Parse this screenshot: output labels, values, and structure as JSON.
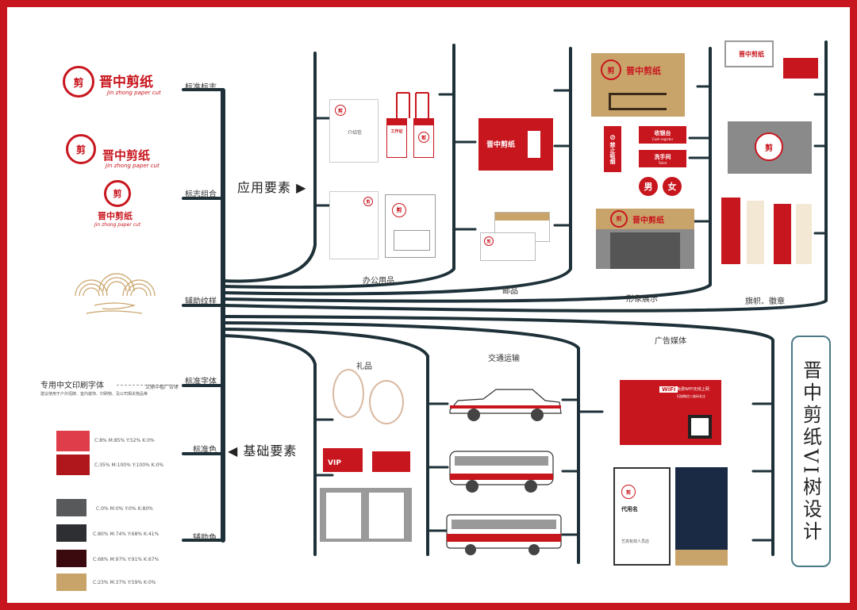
{
  "title": "晋中剪纸VI树设计",
  "colors": {
    "brand_red": "#c8161e",
    "dark_red": "#a8141c",
    "navy": "#1a2a44",
    "trunk": "#1e3138",
    "gold": "#c9a46a"
  },
  "brand": {
    "name_cn": "晋中剪纸",
    "name_en": "Jin zhong paper cut"
  },
  "sections": {
    "application": "应用要素 ▶",
    "basic": "◀ 基础要素"
  },
  "basic_labels": {
    "logo": "标准标志",
    "combo": "标志组合",
    "pattern": "辅助纹样",
    "font": "标准字体",
    "std_color": "标准色",
    "aux_color": "辅助色"
  },
  "font_block": {
    "title": "专用中文印刷字体",
    "name": "文鼎中楷广告体",
    "desc": "建议使用于户外招牌、室内装饰、印刷物、及公司相关物品等"
  },
  "standard_colors": [
    {
      "hex": "#e03d4a",
      "cmyk": "C:8% M:85% Y:52% K:0%"
    },
    {
      "hex": "#b0171d",
      "cmyk": "C:35% M:100% Y:100% K:0%"
    }
  ],
  "aux_colors": [
    {
      "hex": "#58595b",
      "cmyk": "C:0% M:0% Y:0% K:80%"
    },
    {
      "hex": "#2e2f32",
      "cmyk": "C:80% M:74% Y:68% K:41%"
    },
    {
      "hex": "#3b0a0e",
      "cmyk": "C:68% M:97% Y:91% K:67%"
    },
    {
      "hex": "#c9a46a",
      "cmyk": "C:23% M:37% Y:59% K:0%"
    }
  ],
  "app_labels": {
    "office": "办公用品",
    "mail": "邮品",
    "image": "形象展示",
    "flags": "旗帜、徽章",
    "gifts": "礼品",
    "transport": "交通运输",
    "ads": "广告媒体"
  },
  "office_items": {
    "letter_title": "介绍信",
    "badge_title": "工作证"
  },
  "signs": {
    "no_smoking": "禁止吸烟",
    "cashier": "收银台",
    "cashier_en": "Cash register",
    "restroom": "洗手间",
    "restroom_en": "Toilet",
    "male": "男",
    "female": "女"
  },
  "ads": {
    "wifi": "WiFi",
    "wifi_text": "免费WIFI无线上网",
    "wifi_sub": "扫描微信二维码关注",
    "card_name": "代用名",
    "card_title": "艺高有效人员店"
  },
  "gifts": {
    "vip": "VIP"
  }
}
